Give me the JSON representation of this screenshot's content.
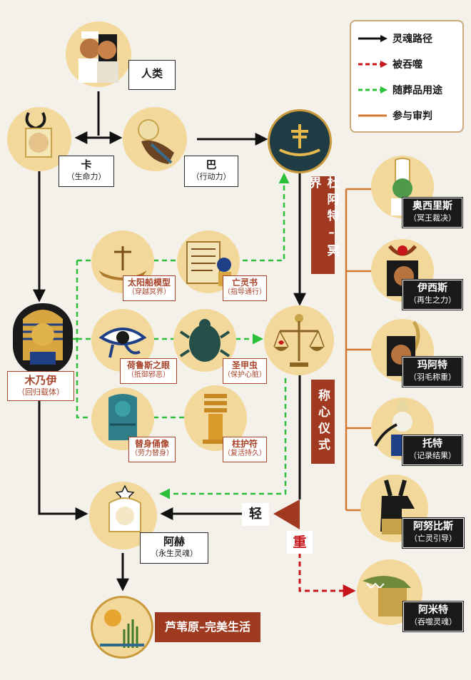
{
  "legend": {
    "soul_path": "灵魂路径",
    "devoured": "被吞噬",
    "burial_use": "随葬品用途",
    "judgment": "参与审判"
  },
  "nodes": {
    "human": {
      "title": "人类"
    },
    "ka": {
      "title": "卡",
      "sub": "（生命力）"
    },
    "ba": {
      "title": "巴",
      "sub": "（行动力）"
    },
    "mummy": {
      "title": "木乃伊",
      "sub": "（回归载体）"
    },
    "akh": {
      "title": "阿赫",
      "sub": "（永生灵魂）"
    },
    "aaru": {
      "title": "芦苇原–完美生活"
    }
  },
  "items": {
    "solar_boat": {
      "title": "太阳船模型",
      "sub": "（穿越冥界）"
    },
    "book_dead": {
      "title": "亡灵书",
      "sub": "（指导通行）"
    },
    "eye_horus": {
      "title": "荷鲁斯之眼",
      "sub": "（抵御邪恶）"
    },
    "scarab": {
      "title": "圣甲虫",
      "sub": "（保护心脏）"
    },
    "ushabti": {
      "title": "替身俑像",
      "sub": "（劳力替身）"
    },
    "djed": {
      "title": "柱护符",
      "sub": "（复活持久）"
    }
  },
  "stages": {
    "duat": "杜阿特–冥界",
    "weighing": "称心仪式",
    "light": "轻",
    "heavy": "重"
  },
  "gods": [
    {
      "title": "奥西里斯",
      "sub": "（冥王裁决）"
    },
    {
      "title": "伊西斯",
      "sub": "（再生之力）"
    },
    {
      "title": "玛阿特",
      "sub": "（羽毛称重）"
    },
    {
      "title": "托特",
      "sub": "（记录结果）"
    },
    {
      "title": "阿努比斯",
      "sub": "（亡灵引导）"
    },
    {
      "title": "阿米特",
      "sub": "（吞噬灵魂）"
    }
  ],
  "colors": {
    "soul_path": "#111111",
    "devoured": "#c8161d",
    "burial_use": "#2bbf3a",
    "judgment": "#d2782e",
    "bar": "#a0391f"
  }
}
